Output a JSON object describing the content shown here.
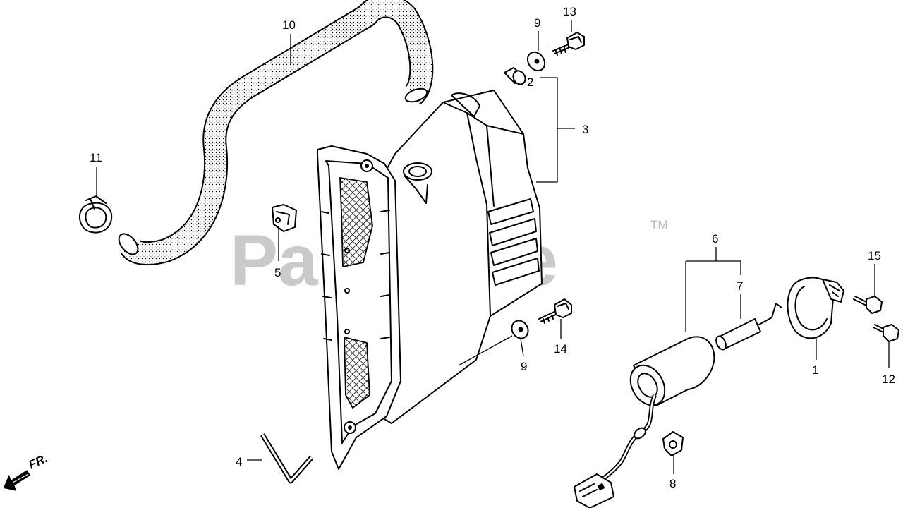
{
  "watermark": {
    "text": "PartsTree",
    "trademark": "TM"
  },
  "direction": {
    "label": "FR."
  },
  "callouts": {
    "c1": "1",
    "c2": "2",
    "c3": "3",
    "c4": "4",
    "c5": "5",
    "c6": "6",
    "c7": "7",
    "c8": "8",
    "c9a": "9",
    "c9b": "9",
    "c10": "10",
    "c11": "11",
    "c12": "12",
    "c13": "13",
    "c14": "14",
    "c15": "15"
  }
}
